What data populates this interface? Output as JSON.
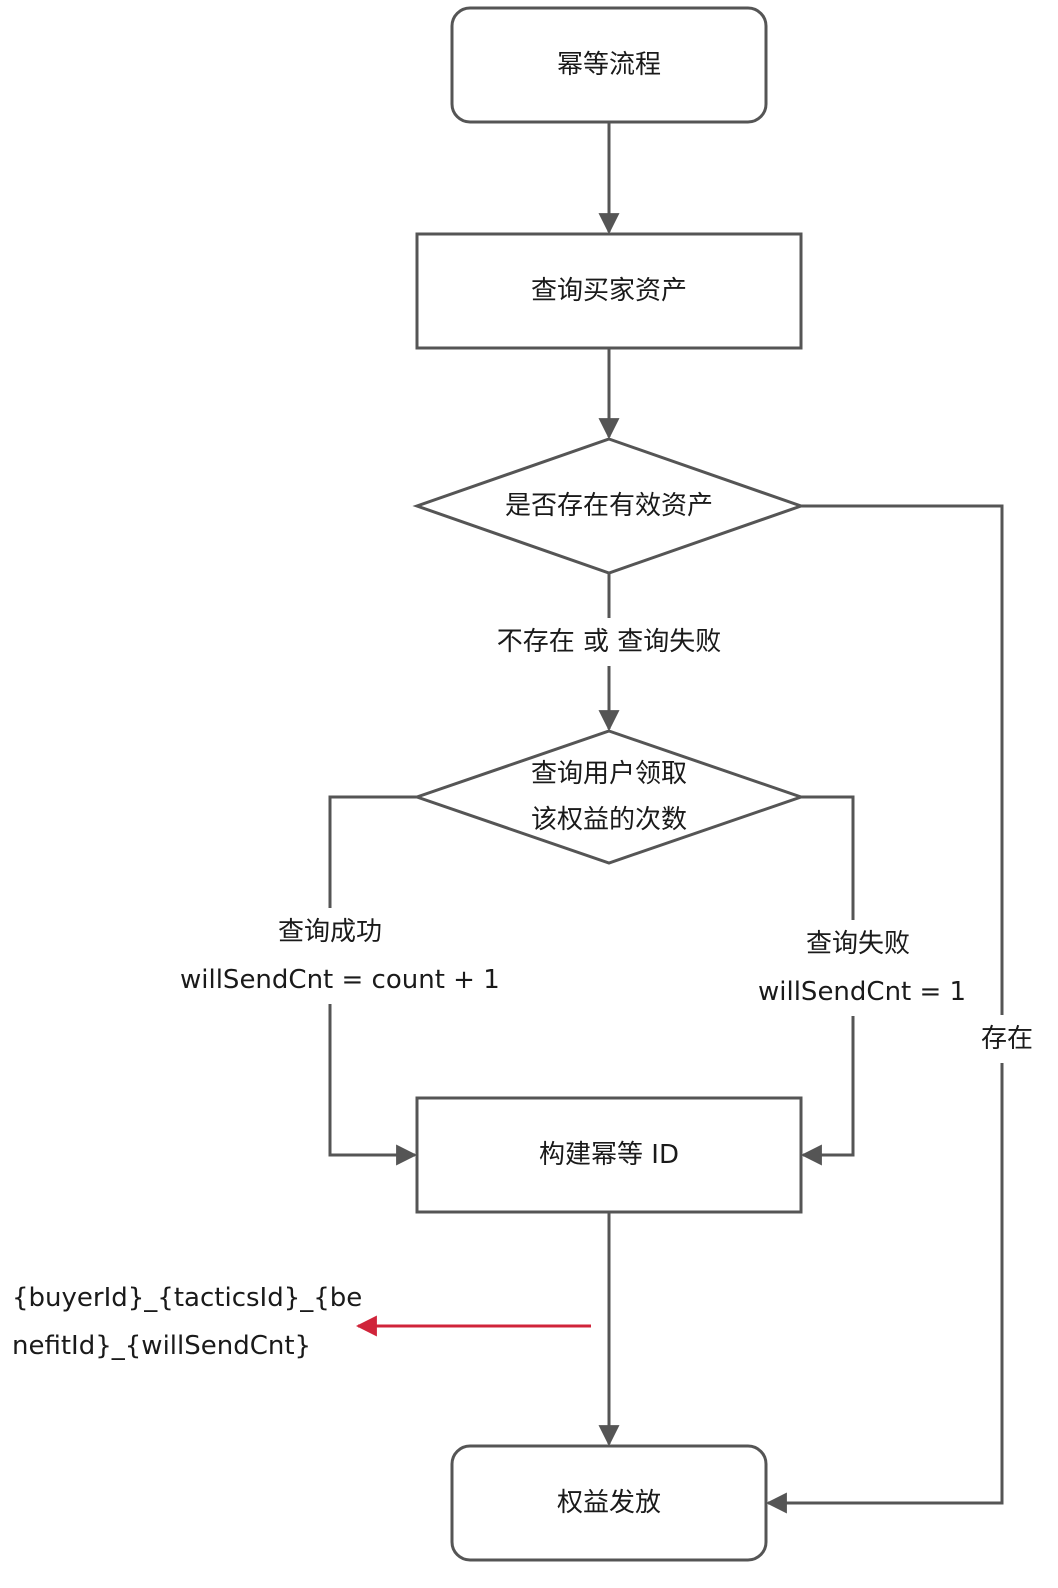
{
  "nodes": {
    "start": "幂等流程",
    "query_assets": "查询买家资产",
    "has_valid_assets": "是否存在有效资产",
    "query_count_line1": "查询用户领取",
    "query_count_line2": "该权益的次数",
    "build_id": "构建幂等 ID",
    "grant": "权益发放"
  },
  "edges": {
    "not_exist_or_fail": "不存在 或 查询失败",
    "success_line1": "查询成功",
    "success_line2": "willSendCnt = count + 1",
    "fail_line1": "查询失败",
    "fail_line2": "willSendCnt = 1",
    "exists": "存在"
  },
  "note": {
    "line1": "{buyerId}_{tacticsId}_{be",
    "line2": "nefitId}_{willSendCnt}"
  },
  "colors": {
    "stroke": "#555555",
    "highlight_arrow": "#d0243a",
    "text": "#1a1a1a"
  }
}
